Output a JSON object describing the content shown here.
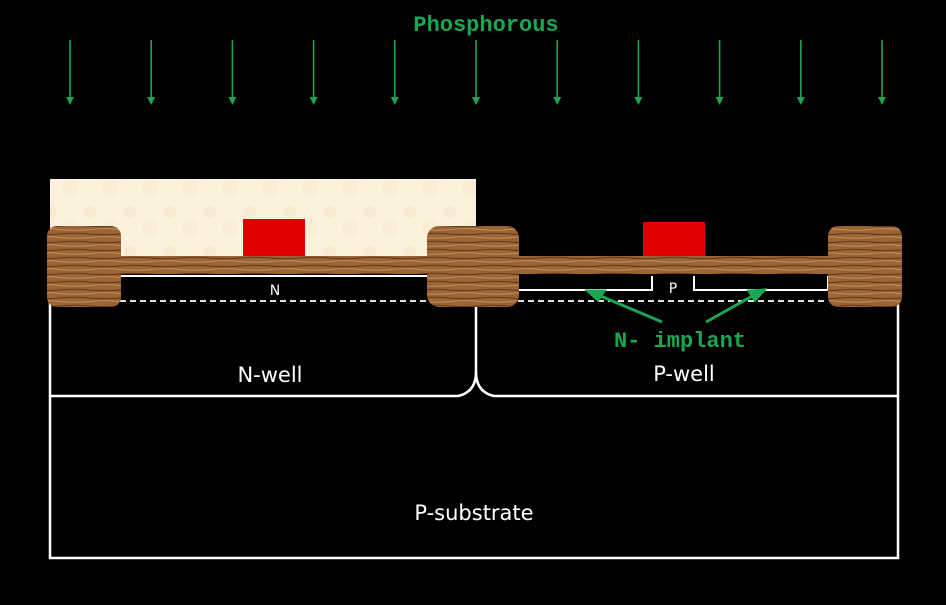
{
  "implant_species": "Phosphorous",
  "labels": {
    "n_region": "N",
    "p_region": "P",
    "n_well": "N-well",
    "p_well": "P-well",
    "substrate": "P-substrate",
    "implant_callout": "N- implant"
  },
  "colors": {
    "background": "#000000",
    "ion_arrows": "#1aa652",
    "callout_text": "#1aa652",
    "gate": "#e00000",
    "photoresist": "#fbf1dc",
    "oxide": "#9a6434",
    "outline": "#ffffff"
  },
  "arrow_count": 11
}
